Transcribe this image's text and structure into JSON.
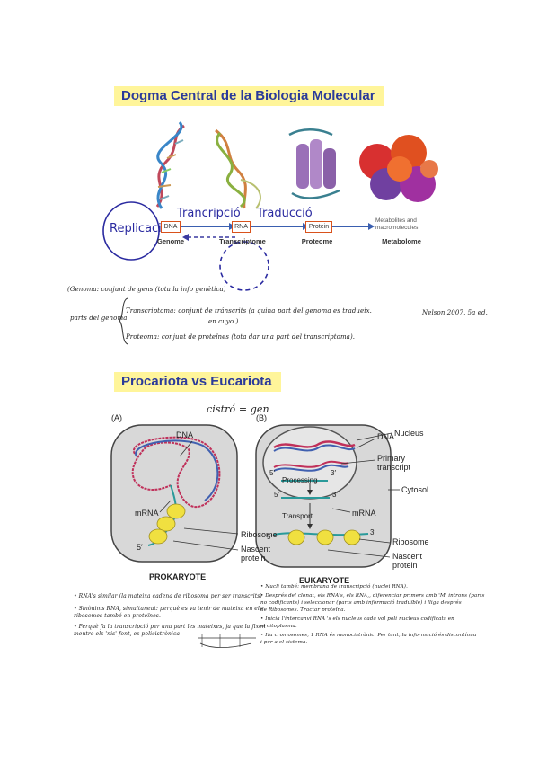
{
  "section1": {
    "title": "Dogma Central de la Biologia Molecular",
    "handwritten": {
      "replication": "Replicació",
      "transcription": "Trancripció",
      "translation": "Traducció"
    },
    "boxes": {
      "dna": "DNA",
      "rna": "RNA",
      "protein": "Protein"
    },
    "captions": {
      "genome": "Genome",
      "transcriptome": "Transcriptome",
      "proteome": "Proteome",
      "metabolome": "Metabolome",
      "metabolites": "Metabolites and macromolecules"
    },
    "notes": [
      "(Genoma: conjunt de gens (tota la info genètica)",
      "Transcriptoma: conjunt de tránscrits (a quina part del genoma es tradueix.",
      "parts del genoma",
      "Nelson 2007, 5a ed.",
      "en cuyo )",
      "Proteoma: conjunt de proteïnes (tota dar una part del transcriptoma)."
    ]
  },
  "section2": {
    "title": "Procariota vs Eucariota",
    "handwritten_top": "cistró = gen",
    "panel_a": {
      "tag": "(A)",
      "labels": {
        "dna": "DNA",
        "mrna": "mRNA",
        "ribosome": "Ribosome",
        "nascent": "Nascent protein",
        "five": "5′"
      },
      "caption": "PROKARYOTE"
    },
    "panel_b": {
      "tag": "(B)",
      "labels": {
        "dna": "DNA",
        "nucleus": "Nucleus",
        "primary": "Primary transcript",
        "processing": "Processing",
        "cytosol": "Cytosol",
        "transport": "Transport",
        "mrna": "mRNA",
        "ribosome": "Ribosome",
        "nascent": "Nascent protein",
        "five1": "5′",
        "three1": "3′",
        "five2": "5′",
        "three2": "3′",
        "five3": "5′",
        "three3": "3′"
      },
      "caption": "EUKARYOTE"
    },
    "notes_left": [
      "• RNA's similar (la mateixa cadena de ribosoma per ser transcrits)",
      "• Sinònims RNA, simultaneat: perquè es va tenir de mateixa en els",
      "  ribosomes també en proteïnes.",
      "• Perquè fa la transcripció per una part les mateixes, ja que la fixen",
      "  mentre els 'nis' font, es policistrònica"
    ],
    "notes_right": [
      "• Nucli també: membrana de transcripció (nuclei RNA).",
      "• Després del clonat, els RNA's, els RNA,, diferenciar primers amb 'M' introns (parts",
      "  no codificants) i seleccionar (parts amb informació traduïble) i lliga després",
      "  de Ribosomes. Tractar proteïna.",
      "• Inicia l'intercanvi RNA 's els nucleus cada vol poli nucleus codificats en",
      "  el citoplasma.",
      "• Ha cromosomes, 1 RNA és monocistrònic. Per tant, la informació és discontínua",
      "  i per a el sistema."
    ]
  }
}
